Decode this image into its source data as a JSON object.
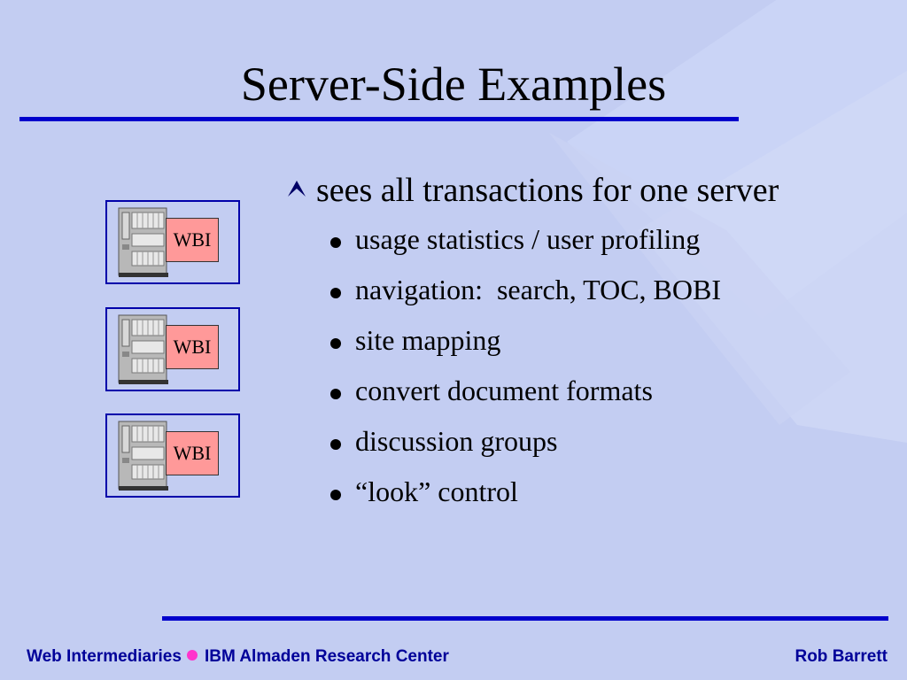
{
  "slide": {
    "title": "Server-Side Examples",
    "colors": {
      "background": "#c3cdf2",
      "rule": "#0000cc",
      "frame": "#0000aa",
      "wbi_box": "#ff9999",
      "footer_text": "#000099",
      "footer_dot": "#ff33cc"
    }
  },
  "servers": [
    {
      "label": "WBI",
      "icon": "server-tower-icon"
    },
    {
      "label": "WBI",
      "icon": "server-tower-icon"
    },
    {
      "label": "WBI",
      "icon": "server-tower-icon"
    }
  ],
  "main_bullet": {
    "marker_icon": "triangle-marker-icon",
    "text": "sees all transactions for one server"
  },
  "sub_bullets": [
    "usage statistics / user profiling",
    "navigation:  search, TOC, BOBI",
    "site mapping",
    "convert document formats",
    "discussion groups",
    "“look” control"
  ],
  "footer": {
    "left_part1": "Web Intermediaries",
    "left_part2": "IBM Almaden Research Center",
    "right": "Rob Barrett"
  }
}
